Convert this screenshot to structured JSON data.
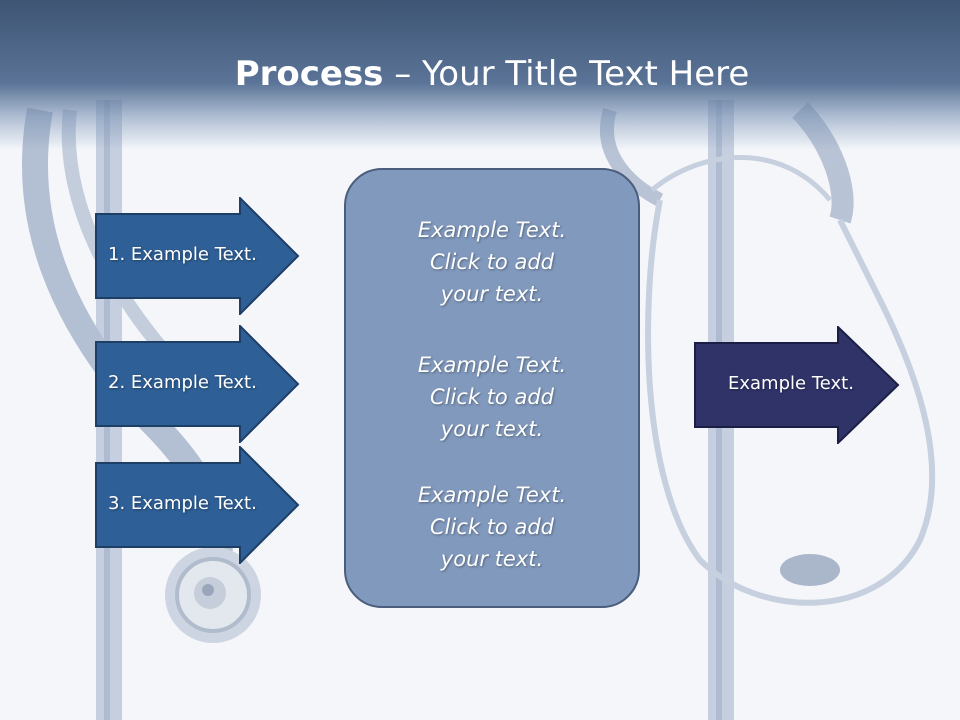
{
  "title": {
    "bold": "Process",
    "rest": " – Your Title Text Here"
  },
  "left_steps": [
    {
      "label": "1. Example Text."
    },
    {
      "label": "2. Example Text."
    },
    {
      "label": "3. Example Text."
    }
  ],
  "center_box": {
    "paragraphs": [
      {
        "line1": "Example Text.",
        "line2": "Click  to add",
        "line3": "your text."
      },
      {
        "line1": "Example Text.",
        "line2": "Click  to add",
        "line3": "your text."
      },
      {
        "line1": "Example Text.",
        "line2": "Click  to add",
        "line3": "your text."
      }
    ]
  },
  "result_arrow": {
    "label": "Example Text."
  },
  "colors": {
    "step_arrow": "#2e5f96",
    "result_arrow": "#2f3368",
    "center_box": "#8199bd"
  }
}
